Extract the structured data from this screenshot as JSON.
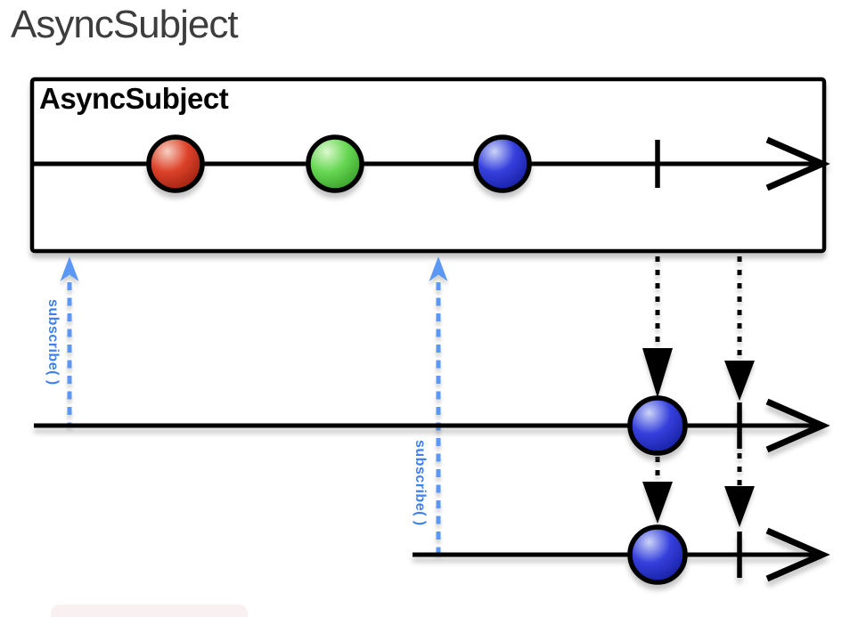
{
  "page": {
    "title": "AsyncSubject"
  },
  "diagram": {
    "box_label": "AsyncSubject",
    "subscribe_label_1": "subscribe( )",
    "subscribe_label_2": "subscribe( )",
    "source_timeline": {
      "marbles": [
        "red",
        "green",
        "blue"
      ],
      "completed": true
    },
    "subscriber_timelines": [
      {
        "marbles": [
          "blue"
        ],
        "completed": true
      },
      {
        "marbles": [
          "blue"
        ],
        "completed": true
      }
    ],
    "colors": {
      "subscribe_text": "#3f80ee",
      "subscribe_arrow": "#5b97f5",
      "timeline": "#000000",
      "code_block_bg": "#f9f1f1",
      "red": {
        "light": "#f7cfc2",
        "mid": "#dd4229",
        "dark": "#921b0b"
      },
      "green": {
        "light": "#dcf8cf",
        "mid": "#68d854",
        "dark": "#2f9420"
      },
      "blue": {
        "light": "#ccd4f7",
        "mid": "#3540dd",
        "dark": "#111996"
      }
    }
  }
}
